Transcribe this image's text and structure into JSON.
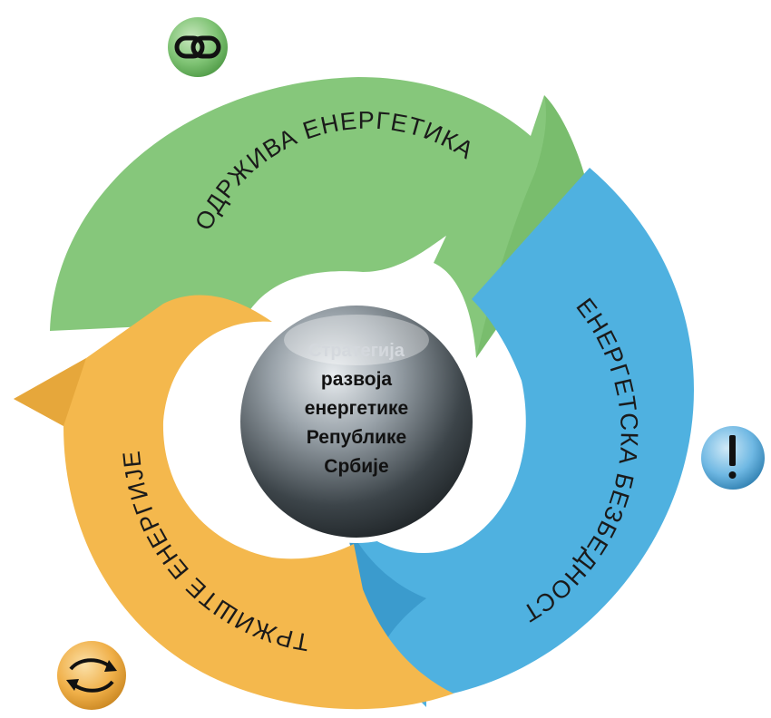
{
  "segments": [
    {
      "label": "ОДРЖИВА ЕНЕРГЕТИКА",
      "color": "#86c77b",
      "dark": "#5fa456",
      "icon": "chain-link-icon"
    },
    {
      "label": "ЕНЕРГЕТСКА БЕЗБЕДНОСТ",
      "color": "#4fb1e0",
      "dark": "#2f8cc0",
      "icon": "exclamation-icon"
    },
    {
      "label": "ТРЖИШТЕ ЕНЕРГИЈЕ",
      "color": "#f4b84d",
      "dark": "#d8952a",
      "icon": "exchange-arrows-icon"
    }
  ],
  "center": {
    "lines": [
      "Стратегија",
      "развоја",
      "енергетике",
      "Републике",
      "Србије"
    ]
  },
  "badges": {
    "green": "#86c77b",
    "blue": "#5aaee0",
    "orange": "#f4b84d"
  }
}
